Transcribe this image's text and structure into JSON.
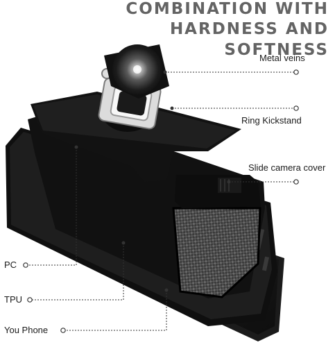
{
  "headline": {
    "line1": "COMBINATION WITH",
    "line2": "HARDNESS AND SOFTNESS"
  },
  "callouts": {
    "metal_veins": "Metal veins",
    "ring_kickstand": "Ring Kickstand",
    "slide_camera_cover": "Slide camera cover",
    "pc": "PC",
    "tpu": "TPU",
    "you_phone": "You Phone"
  },
  "colors": {
    "headline": "#646464",
    "callout_line": "#333333",
    "case_black": "#151515"
  }
}
